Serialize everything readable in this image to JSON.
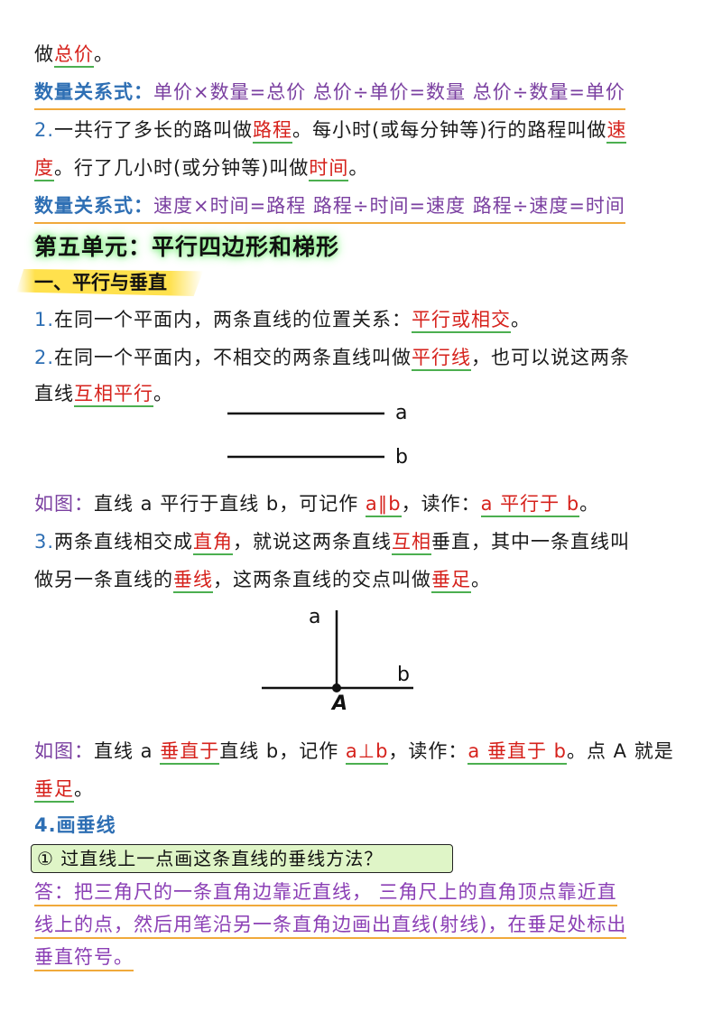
{
  "top_line": {
    "prefix": "做",
    "term": "总价",
    "suffix": "。"
  },
  "relation1": {
    "label": "数量关系式：",
    "formulas": "单价×数量=总价  总价÷单价=数量   总价÷数量=单价"
  },
  "item2": {
    "num": "2.",
    "p1": "一共行了多长的路叫做",
    "t1": "路程",
    "p2": "。每小时(或每分钟等)行的路程叫做",
    "t2a": "速",
    "t2b": "度",
    "p3": "。行了几小时(或分钟等)叫做",
    "t3": "时间",
    "p4": "。"
  },
  "relation2": {
    "label": "数量关系式：",
    "formulas": "速度×时间=路程   路程÷时间=速度   路程÷速度=时间"
  },
  "unit_title": "第五单元：平行四边形和梯形",
  "section_title": "一、平行与垂直",
  "p1": {
    "num": "1.",
    "text": "在同一个平面内，两条直线的位置关系：",
    "term": "平行或相交",
    "end": "。"
  },
  "p2": {
    "num": "2.",
    "text": "在同一个平面内，不相交的两条直线叫做",
    "term": "平行线",
    "text2": "，也可以说这两条",
    "line2_prefix": "直线",
    "term2": "互相平行",
    "end": "。"
  },
  "fig_parallel": {
    "label_a": "a",
    "label_b": "b"
  },
  "p_parallel_caption": {
    "prefix": "如图：",
    "text": "直线 a 平行于直线 b，可记作 ",
    "notation": "a∥b",
    "text2": "，读作：",
    "reading": "a 平行于 b",
    "end": "。"
  },
  "p3": {
    "num": "3.",
    "text": "两条直线相交成",
    "t1": "直角",
    "text2": "，就说这两条直线",
    "t2": "互相",
    "text3": "垂直，其中一条直线叫",
    "line2_prefix": "做另一条直线的",
    "t3": "垂线",
    "text4": "，这两条直线的交点叫做",
    "t4": "垂足",
    "end": "。"
  },
  "fig_perpendicular": {
    "label_a": "a",
    "label_b": "b",
    "label_point": "A"
  },
  "p_perp_caption": {
    "prefix": "如图：",
    "text": "直线 a ",
    "reading1": "垂直于",
    "text2": "直线 b，记作 ",
    "notation": "a⊥b",
    "text3": "，读作：",
    "reading2": "a 垂直于 b",
    "text4": "。点 A 就是",
    "line2_term": "垂足",
    "end": "。"
  },
  "p4_heading": "4.画垂线",
  "question": "① 过直线上一点画这条直线的垂线方法？",
  "answer": {
    "line1": "答：把三角尺的一条直角边靠近直线， 三角尺上的直角顶点靠近直",
    "line2": "线上的点，然后用笔沿另一条直角边画出直线(射线)，在垂足处标出",
    "line3": "垂直符号。"
  },
  "colors": {
    "term_red": "#d6221c",
    "relation_blue": "#2e6fb4",
    "formula_purple": "#7a3fa0",
    "underline_green": "#4caf50",
    "underline_orange": "#f0a93b",
    "highlight_yellow": "#ffe14d",
    "question_bg": "#dff5c7"
  }
}
